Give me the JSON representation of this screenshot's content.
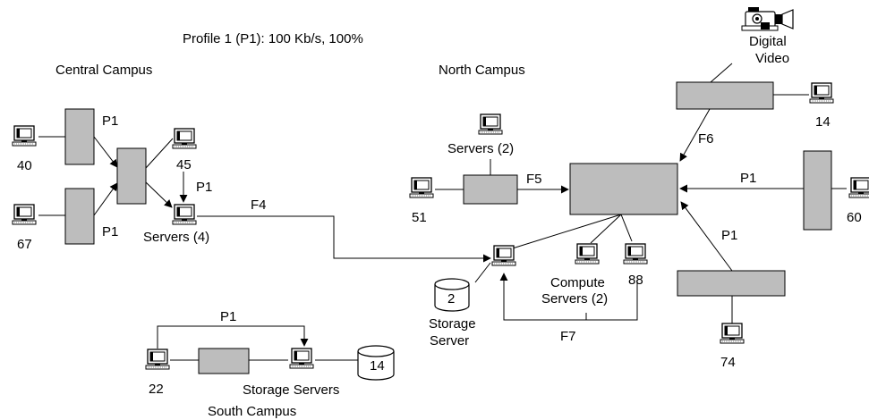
{
  "profile_text": "Profile 1 (P1): 100 Kb/s, 100%",
  "campuses": {
    "central": "Central Campus",
    "north": "North Campus",
    "south": "South Campus"
  },
  "device_labels": {
    "c40": "40",
    "c67": "67",
    "c45": "45",
    "c_servers4": "Servers (4)",
    "n51": "51",
    "n_servers2": "Servers (2)",
    "n14": "14",
    "n60": "60",
    "n74": "74",
    "n88": "88",
    "compute_line1": "Compute",
    "compute_line2": "Servers (2)",
    "storage_line1": "Storage",
    "storage_line2": "Server",
    "storage_count": "2",
    "video_line1": "Digital",
    "video_line2": "Video",
    "s22": "22",
    "s_storage_servers": "Storage Servers",
    "s_storage_count": "14"
  },
  "flow_labels": {
    "p1_central_top": "P1",
    "p1_central_bottom": "P1",
    "p1_central_servers": "P1",
    "f4": "F4",
    "f5": "F5",
    "f6": "F6",
    "f7": "F7",
    "p1_right": "P1",
    "p1_lower_right": "P1",
    "p1_south": "P1"
  },
  "colors": {
    "device_box": "#bdbdbd",
    "line": "#000000"
  },
  "icons": [
    "computer-icon",
    "storage-cylinder-icon",
    "video-camera-icon",
    "arrow-icon"
  ]
}
